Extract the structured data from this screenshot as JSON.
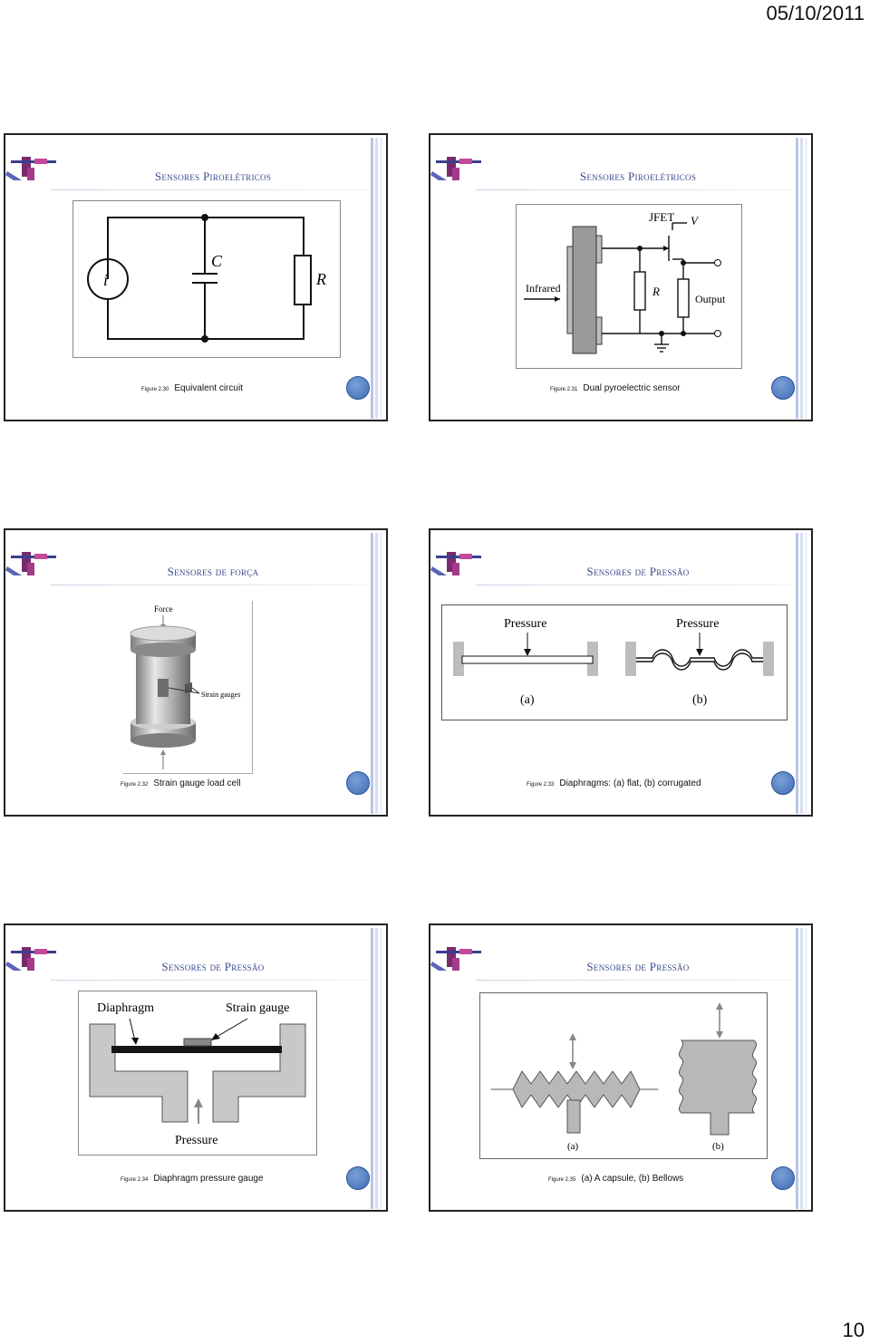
{
  "header": {
    "date": "05/10/2011"
  },
  "footer": {
    "page_number": "10"
  },
  "slides": [
    {
      "title": "Sensores Piroelétricos",
      "caption_num": "Figure 2.30",
      "caption_text": "Equivalent circuit",
      "labels": {
        "i": "i",
        "c": "C",
        "r": "R"
      }
    },
    {
      "title": "Sensores Piroelétricos",
      "caption_num": "Figure 2.31",
      "caption_text": "Dual pyroelectric sensor",
      "labels": {
        "jfet": "JFET",
        "v": "V",
        "infrared": "Infrared",
        "r": "R",
        "output": "Output"
      }
    },
    {
      "title": "Sensores de força",
      "caption_num": "Figure 2.32",
      "caption_text": "Strain gauge load cell",
      "labels": {
        "force": "Force",
        "strain_gauges": "Strain gauges"
      }
    },
    {
      "title": "Sensores de Pressão",
      "caption_num": "Figure 2.33",
      "caption_text": "Diaphragms: (a) flat, (b) corrugated",
      "labels": {
        "pressure_a": "Pressure",
        "pressure_b": "Pressure",
        "a": "(a)",
        "b": "(b)"
      }
    },
    {
      "title": "Sensores de Pressão",
      "caption_num": "Figure 2.34",
      "caption_text": "Diaphragm pressure gauge",
      "labels": {
        "diaphragm": "Diaphragm",
        "strain_gauge": "Strain gauge",
        "pressure": "Pressure"
      }
    },
    {
      "title": "Sensores de Pressão",
      "caption_num": "Figure 2.35",
      "caption_text": "(a) A capsule, (b) Bellows",
      "labels": {
        "a": "(a)",
        "b": "(b)"
      }
    }
  ]
}
